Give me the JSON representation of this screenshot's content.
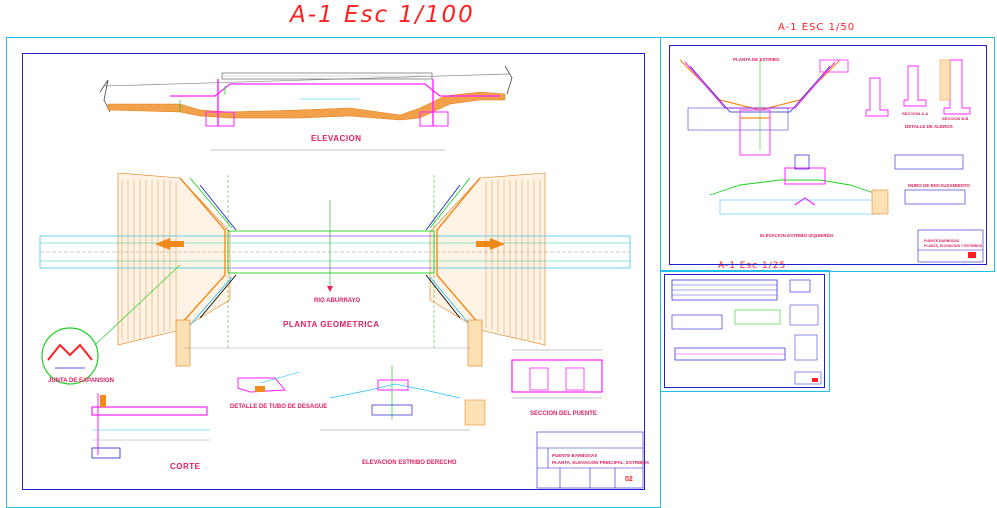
{
  "titles": {
    "main": "A-1 Esc 1/100",
    "scale_50": "A-1 ESC 1/50",
    "scale_25": "A-1 Esc 1/25"
  },
  "main_sheet": {
    "elevacion": "ELEVACION",
    "planta": "PLANTA GEOMETRICA",
    "corte": "CORTE",
    "detalle_tubo": "DETALLE DE TUBO DE DESAGUE",
    "elev_estribo": "ELEVACION ESTRIBO DERECHO",
    "seccion_puente": "SECCION DEL PUENTE",
    "junta": "JUNTA DE EXPANSION",
    "rio": "RIO ABURRAYO",
    "title_block": {
      "line1": "PUENTE BARBOSAS",
      "line2": "PLANTA, ELEVACION PRINCIPAL, ESTRIBOS",
      "sheet_no": "02"
    }
  },
  "sheet_50": {
    "planta_estribo": "PLANTA DE ESTRIBO",
    "detalle_aleros": "DETALLE DE ALEROS",
    "seccion_aa": "SECCION A-A",
    "seccion_bb": "SECCION B-B",
    "muro": "MURO DE ENCAUZAMIENTO",
    "elev_estribo": "ELEVACION ESTRIBO IZQUIERDO",
    "tb_line1": "PUENTE BARBOSAS",
    "tb_line2": "PLANTA, ELEVACION Y ESTRIBOS"
  },
  "colors": {
    "frame": "#22bfe8",
    "border": "#2020d0",
    "magenta": "#ff20ff",
    "orange": "#f08a1a",
    "green": "#20d020",
    "red": "#ff2020"
  }
}
